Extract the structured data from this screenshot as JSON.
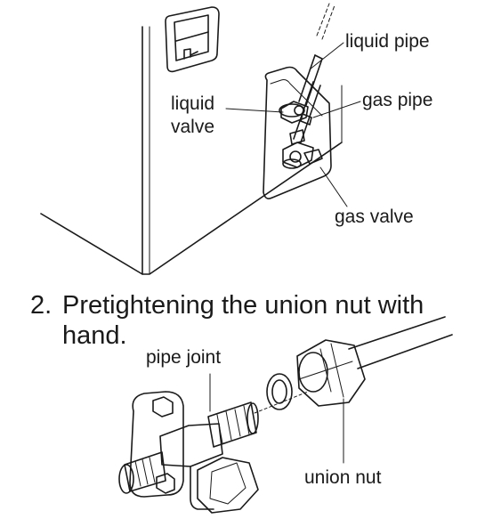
{
  "labels": {
    "liquid_pipe": "liquid pipe",
    "gas_pipe": "gas pipe",
    "liquid_valve_line1": "liquid",
    "liquid_valve_line2": "valve",
    "gas_valve": "gas valve",
    "pipe_joint": "pipe joint",
    "union_nut": "union nut"
  },
  "step": {
    "number": "2.",
    "text_line1": "Pretightening the union nut with",
    "text_line2": "hand."
  },
  "colors": {
    "stroke": "#1a1a1a",
    "background": "#ffffff"
  }
}
